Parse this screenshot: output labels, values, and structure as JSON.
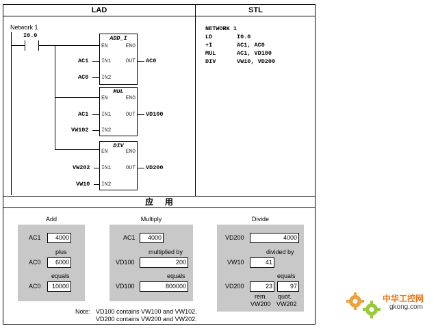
{
  "header": {
    "lad": "LAD",
    "stl": "STL",
    "application": "应    用"
  },
  "ladder": {
    "network_label": "Network 1",
    "contact": "I0.0",
    "boxes": [
      {
        "title": "ADD_I",
        "en": "EN",
        "eno": "ENO",
        "in1_pin": "IN1",
        "in2_pin": "IN2",
        "out_pin": "OUT",
        "in1": "AC1",
        "in2": "AC0",
        "out": "AC0"
      },
      {
        "title": "MUL",
        "en": "EN",
        "eno": "ENO",
        "in1_pin": "IN1",
        "in2_pin": "IN2",
        "out_pin": "OUT",
        "in1": "AC1",
        "in2": "VW102",
        "out": "VD100"
      },
      {
        "title": "DIV",
        "en": "EN",
        "eno": "ENO",
        "in1_pin": "IN1",
        "in2_pin": "IN2",
        "out_pin": "OUT",
        "in1": "VW202",
        "in2": "VW10",
        "out": "VD200"
      }
    ]
  },
  "stl": {
    "lines": [
      {
        "op": "NETWORK 1",
        "arg": ""
      },
      {
        "op": "LD",
        "arg": "I0.0"
      },
      {
        "op": "+I",
        "arg": "AC1, AC0"
      },
      {
        "op": "MUL",
        "arg": "AC1, VD100"
      },
      {
        "op": "DIV",
        "arg": "VW10, VD200"
      }
    ]
  },
  "examples": {
    "add": {
      "title": "Add",
      "r1_label": "AC1",
      "r1_value": "4000",
      "op1": "plus",
      "r2_label": "AC0",
      "r2_value": "6000",
      "op2": "equals",
      "r3_label": "AC0",
      "r3_value": "10000"
    },
    "multiply": {
      "title": "Multiply",
      "r1_label": "AC1",
      "r1_value": "4000",
      "op1": "multiplied by",
      "r2_label": "VD100",
      "r2_value": "200",
      "op2": "equals",
      "r3_label": "VD100",
      "r3_value": "800000"
    },
    "divide": {
      "title": "Divide",
      "r1_label": "VD200",
      "r1_value": "4000",
      "op1": "divided by",
      "r2_label": "VW10",
      "r2_value": "41",
      "op2": "equals",
      "r3_label": "VD200",
      "r3_rem": "23",
      "r3_quot": "97",
      "rem_label": "rem.",
      "quot_label": "quot.",
      "rem_reg": "VW200",
      "quot_reg": "VW202"
    }
  },
  "note": {
    "prefix": "Note:",
    "line1": "VD100 contains VW100 and VW102.",
    "line2": "VD200 contains VW200 and VW202."
  },
  "watermark": {
    "text": "中华工控网",
    "url": "gkong.com",
    "color": "#e8761a"
  }
}
